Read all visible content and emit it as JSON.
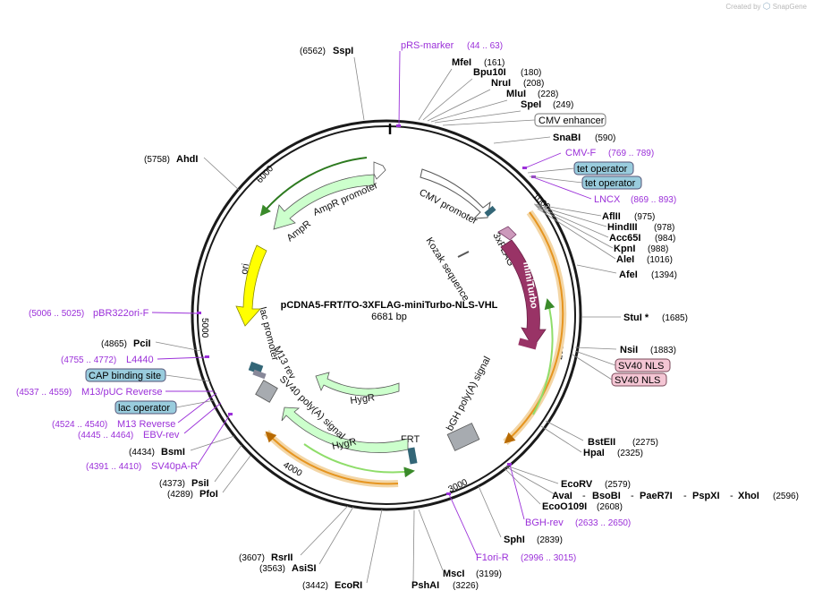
{
  "brand": {
    "created_by": "Created by",
    "app": "SnapGene"
  },
  "plasmid": {
    "name": "pCDNA5-FRT/TO-3XFLAG-miniTurbo-NLS-VHL",
    "size": "6681 bp"
  },
  "ring_ticks": [
    "1000",
    "2000",
    "3000",
    "4000",
    "5000",
    "6000"
  ],
  "enzymes": [
    {
      "name": "SspI",
      "pos": "(6562)"
    },
    {
      "name": "MfeI",
      "pos": "(161)"
    },
    {
      "name": "Bpu10I",
      "pos": "(180)"
    },
    {
      "name": "NruI",
      "pos": "(208)"
    },
    {
      "name": "MluI",
      "pos": "(228)"
    },
    {
      "name": "SpeI",
      "pos": "(249)"
    },
    {
      "name": "SnaBI",
      "pos": "(590)"
    },
    {
      "name": "AflII",
      "pos": "(975)"
    },
    {
      "name": "HindIII",
      "pos": "(978)"
    },
    {
      "name": "Acc65I",
      "pos": "(984)"
    },
    {
      "name": "KpnI",
      "pos": "(988)"
    },
    {
      "name": "AleI",
      "pos": "(1016)"
    },
    {
      "name": "AfeI",
      "pos": "(1394)"
    },
    {
      "name": "StuI *",
      "pos": "(1685)"
    },
    {
      "name": "NsiI",
      "pos": "(1883)"
    },
    {
      "name": "BstEII",
      "pos": "(2275)"
    },
    {
      "name": "HpaI",
      "pos": "(2325)"
    },
    {
      "name": "EcoRV",
      "pos": "(2579)"
    },
    {
      "name": "AvaI",
      "pos": ""
    },
    {
      "name": "BsoBI",
      "pos": ""
    },
    {
      "name": "PaeR7I",
      "pos": ""
    },
    {
      "name": "PspXI",
      "pos": ""
    },
    {
      "name": "XhoI",
      "pos": "(2596)"
    },
    {
      "name": "EcoO109I",
      "pos": "(2608)"
    },
    {
      "name": "SphI",
      "pos": "(2839)"
    },
    {
      "name": "MscI",
      "pos": "(3199)"
    },
    {
      "name": "PshAI",
      "pos": "(3226)"
    },
    {
      "name": "EcoRI",
      "pos": "(3442)"
    },
    {
      "name": "AsiSI",
      "pos": "(3563)"
    },
    {
      "name": "RsrII",
      "pos": "(3607)"
    },
    {
      "name": "PfoI",
      "pos": "(4289)"
    },
    {
      "name": "PsiI",
      "pos": "(4373)"
    },
    {
      "name": "BsmI",
      "pos": "(4434)"
    },
    {
      "name": "PciI",
      "pos": "(4865)"
    },
    {
      "name": "AhdI",
      "pos": "(5758)"
    }
  ],
  "primers": [
    {
      "name": "pRS-marker",
      "pos": "(44 .. 63)"
    },
    {
      "name": "CMV-F",
      "pos": "(769 .. 789)"
    },
    {
      "name": "LNCX",
      "pos": "(869 .. 893)"
    },
    {
      "name": "BGH-rev",
      "pos": "(2633 .. 2650)"
    },
    {
      "name": "F1ori-R",
      "pos": "(2996 .. 3015)"
    },
    {
      "name": "SV40pA-R",
      "pos": "(4391 .. 4410)"
    },
    {
      "name": "EBV-rev",
      "pos": "(4445 .. 4464)"
    },
    {
      "name": "M13 Reverse",
      "pos": "(4524 .. 4540)"
    },
    {
      "name": "M13/pUC Reverse",
      "pos": "(4537 .. 4559)"
    },
    {
      "name": "L4440",
      "pos": "(4755 .. 4772)"
    },
    {
      "name": "pBR322ori-F",
      "pos": "(5006 .. 5025)"
    }
  ],
  "badges": {
    "cmv_enhancer": "CMV enhancer",
    "tet_operator_1": "tet operator",
    "tet_operator_2": "tet operator",
    "sv40_nls_1": "SV40 NLS",
    "sv40_nls_2": "SV40 NLS",
    "cap_binding_site": "CAP binding site",
    "lac_operator": "lac operator"
  },
  "features": {
    "cmv_promoter": "CMV promoter",
    "three_x_flag": "3xFLAG",
    "kozak": "Kozak sequence",
    "miniturbo": "miniTurbo",
    "bgh_polya": "bGH poly(A) signal",
    "frt": "FRT",
    "hygr_1": "HygR",
    "hygr_2": "HygR",
    "sv40_polya": "SV40 poly(A) signal",
    "m13_rev": "M13 rev",
    "lac_promoter": "lac promoter",
    "ori": "ori",
    "ampr": "AmpR",
    "ampr_promoter": "AmpR promoter"
  },
  "colors": {
    "backbone": "#1a1a1a",
    "ampr": "#ccffcc",
    "ori": "#ffff00",
    "miniturbo": "#993366",
    "flag": "#cc99bb",
    "primer": "#9b30d9",
    "orange": "#e69520",
    "badge_blue": "#99ccdd",
    "badge_pink": "#f4c6d4"
  }
}
